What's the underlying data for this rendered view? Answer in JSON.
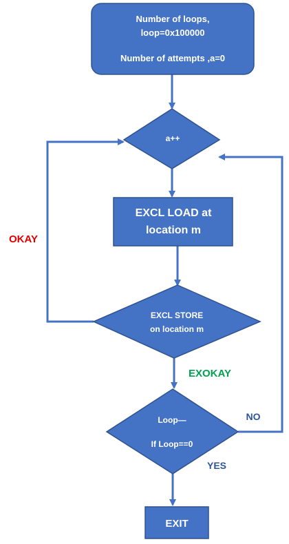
{
  "diagram": {
    "start_box": {
      "line1": "Number of loops,",
      "line2": "loop=0x100000",
      "line3": "Number of attempts ,a=0"
    },
    "decision_increment": {
      "label": "a++"
    },
    "process_load": {
      "line1": "EXCL LOAD at",
      "line2": "location m"
    },
    "decision_store": {
      "line1": "EXCL STORE",
      "line2": "on location m"
    },
    "decision_loop": {
      "line1": "Loop—",
      "line2": "If Loop==0"
    },
    "end_box": {
      "label": "EXIT"
    },
    "edge_labels": {
      "okay": "OKAY",
      "exokay": "EXOKAY",
      "no": "NO",
      "yes": "YES"
    },
    "colors": {
      "node_fill": "#4472C4",
      "node_stroke": "#2F528F",
      "connector": "#4472C4",
      "okay": "#E00000",
      "exokay": "#00A050",
      "no_yes": "#2F5597"
    }
  }
}
